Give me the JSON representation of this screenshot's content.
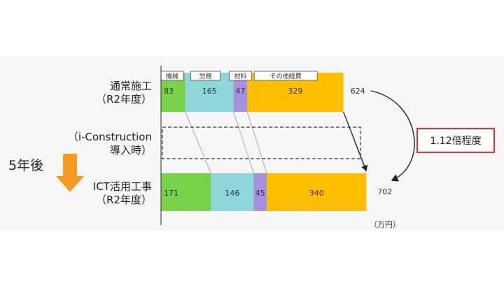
{
  "chart_data": {
    "type": "bar",
    "orientation": "horizontal",
    "stacked": true,
    "categories": [
      "通常施工（R2年度）",
      "ICT活用工事（R2年度）"
    ],
    "components": [
      "機械",
      "労務",
      "材料",
      "その他経費"
    ],
    "colors": [
      "#7ad14a",
      "#8ed6d9",
      "#a690e0",
      "#ffbf00"
    ],
    "series": [
      {
        "name": "機械",
        "values": [
          83,
          171
        ]
      },
      {
        "name": "労務",
        "values": [
          165,
          146
        ]
      },
      {
        "name": "材料",
        "values": [
          47,
          45
        ]
      },
      {
        "name": "その他経費",
        "values": [
          329,
          340
        ]
      }
    ],
    "totals": [
      624,
      702
    ],
    "xlim": [
      0,
      720
    ],
    "unit": "（万円）",
    "ratio_label": "1.12倍程度"
  },
  "labels": {
    "normal_line1": "通常施工",
    "normal_line2": "（R2年度）",
    "intro_line1": "（i-Construction",
    "intro_line2": "導入時）",
    "ict_line1": "ICT活用工事",
    "ict_line2": "（R2年度）",
    "five_years": "5年後"
  },
  "colors": {
    "arrow_orange": "#f59a23",
    "ratio_border": "#e8322d"
  }
}
